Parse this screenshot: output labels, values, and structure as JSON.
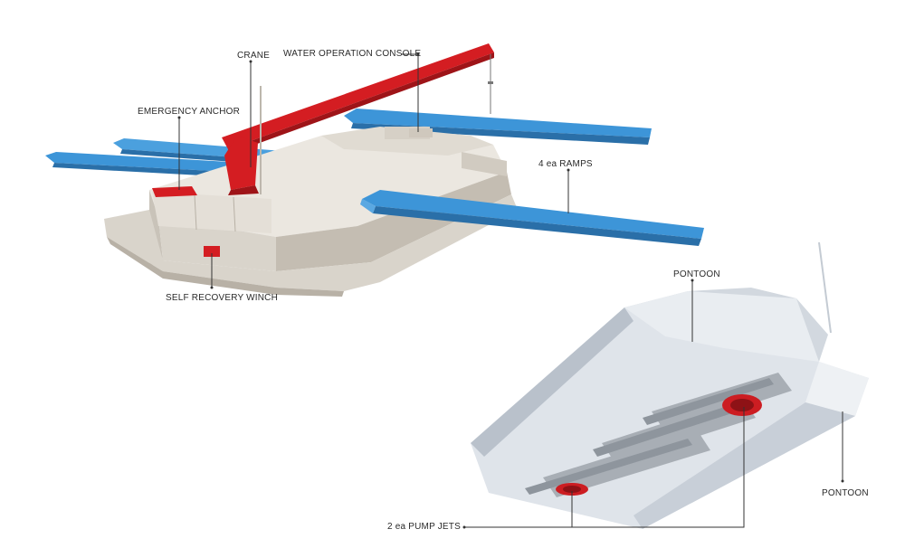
{
  "colors": {
    "hull": "#d9d4cb",
    "hull_light": "#ebe7e0",
    "hull_shadow": "#b8b1a6",
    "ramp": "#3d95d8",
    "ramp_light": "#6fb6ec",
    "ramp_dark": "#2a6fa8",
    "crane": "#d41d22",
    "crane_dark": "#9e1418",
    "underside": "#dfe4ea",
    "underside_shadow": "#b9c1cb",
    "wheel": "#a8aeb5",
    "pump_jet": "#cc1d22"
  },
  "labels": {
    "crane": "CRANE",
    "water_operation_console": "WATER OPERATION CONSOLE",
    "emergency_anchor": "EMERGENCY ANCHOR",
    "ramps": "4 ea RAMPS",
    "self_recovery_winch": "SELF RECOVERY WINCH",
    "pontoon_top": "PONTOON",
    "pontoon_right": "PONTOON",
    "pump_jets": "2 ea PUMP JETS"
  }
}
